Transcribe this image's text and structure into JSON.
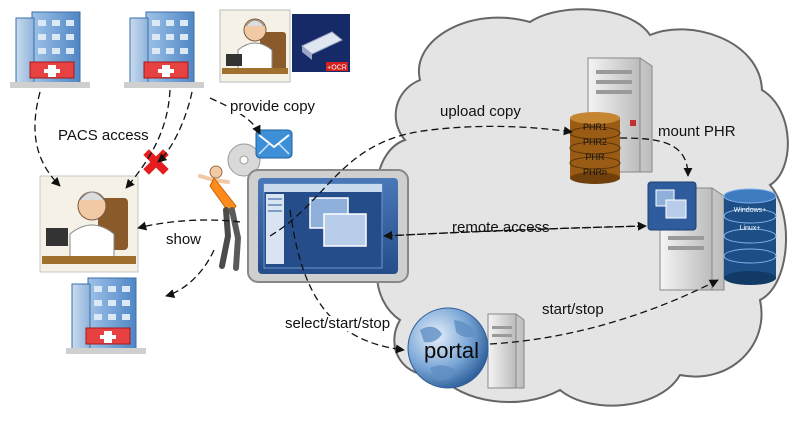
{
  "labels": {
    "pacs_access": "PACS access",
    "provide_copy": "provide copy",
    "upload_copy": "upload copy",
    "mount_phr": "mount PHR",
    "remote_access": "remote access",
    "show": "show",
    "start_stop": "start/stop",
    "select_start_stop": "select/start/stop",
    "portal": "portal"
  },
  "scanner_badge": "+OCR",
  "phr_drum": [
    "PHR1",
    "PHR2",
    "PHR",
    "PHRn"
  ],
  "os_stack": [
    "Windows+",
    "Linux+"
  ],
  "colors": {
    "cloud": "#e4e4e4",
    "screen_blue": "#2f5c9c",
    "cross_red": "#e41e1e",
    "drum_brown": "#9a5c14",
    "stack_blue": "#1d4f86"
  }
}
